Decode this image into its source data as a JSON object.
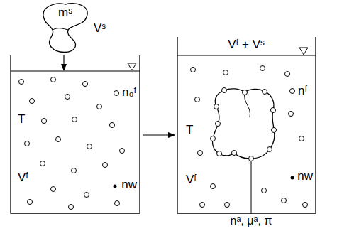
{
  "diagram": {
    "nodes": [
      {
        "text": [
          "mˢ",
          "Vˢ"
        ]
      },
      {
        "text": [
          "n₀ᶠ",
          "T",
          "Vᶠ",
          "nw"
        ]
      },
      {
        "text": [
          "Vᶠ + Vˢ",
          "nᶠ",
          "T",
          "Vᶠ",
          "nw"
        ]
      }
    ],
    "edges": [
      {
        "from": 0,
        "to": 1,
        "arrow": "to"
      },
      {
        "from": 1,
        "to": 2,
        "arrow": "to"
      }
    ],
    "labels": [
      "nᵃ, μᵃ, π"
    ]
  }
}
